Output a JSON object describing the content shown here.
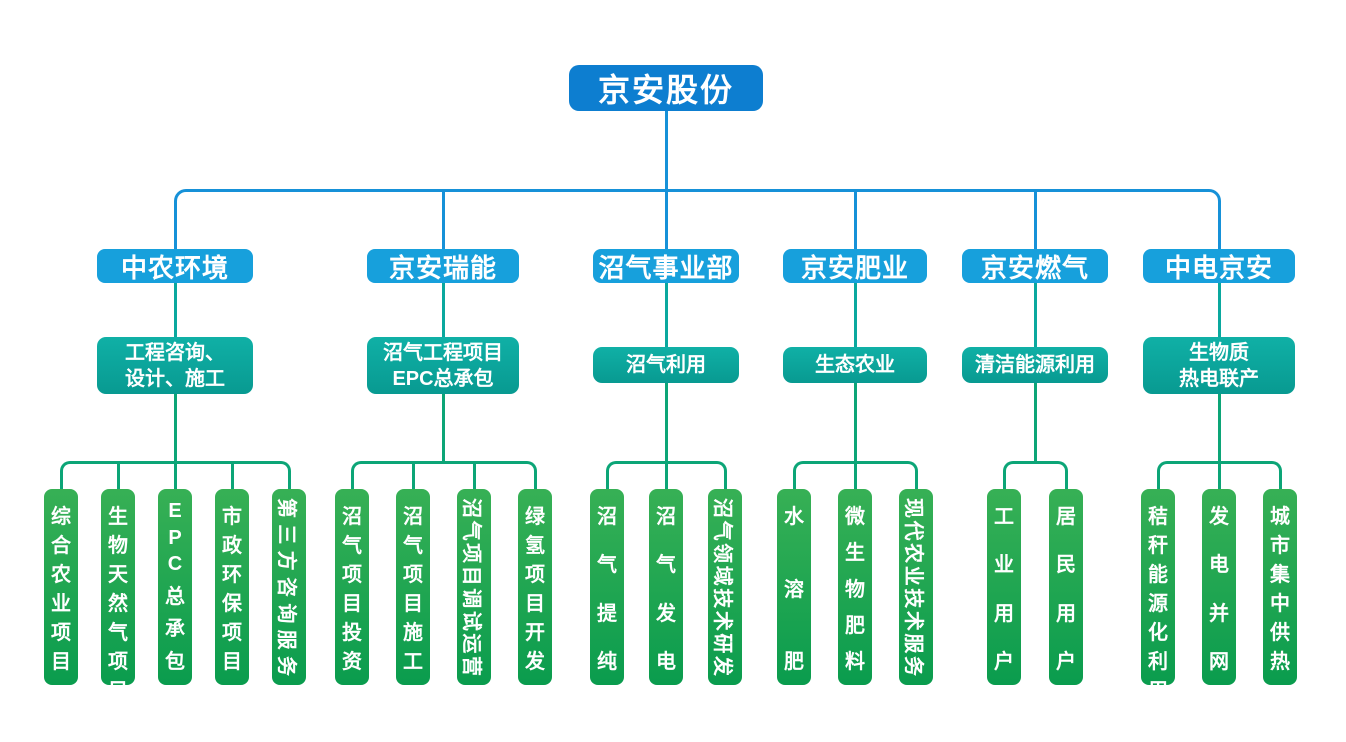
{
  "colors": {
    "root_box": "#0d7ed0",
    "division_box": "#17a0dc",
    "scope_top": "#10b0a6",
    "scope_bottom": "#089a91",
    "leaf_top": "#37b055",
    "leaf_bottom": "#0a9c4e",
    "connector_blue": "#1691d8",
    "connector_teal": "#0aa89e",
    "connector_green": "#0ca577",
    "text": "#ffffff",
    "background": "#ffffff"
  },
  "org": {
    "root": "京安股份",
    "divisions": [
      {
        "name": "中农环境",
        "scope_lines": [
          "工程咨询、",
          "设计、施工"
        ],
        "children": [
          {
            "label": "综合农业项目"
          },
          {
            "label": "生物天然气项目"
          },
          {
            "label": "EPC总承包"
          },
          {
            "label": "市政环保项目"
          },
          {
            "label": "第三方咨询服务",
            "rotated": true
          }
        ]
      },
      {
        "name": "京安瑞能",
        "scope_lines": [
          "沼气工程项目",
          "EPC总承包"
        ],
        "children": [
          {
            "label": "沼气项目投资"
          },
          {
            "label": "沼气项目施工"
          },
          {
            "label": "沼气项目调试运营",
            "rotated": true
          },
          {
            "label": "绿氢项目开发"
          }
        ]
      },
      {
        "name": "沼气事业部",
        "scope_lines": [
          "沼气利用"
        ],
        "children": [
          {
            "label": "沼气提纯"
          },
          {
            "label": "沼气发电"
          },
          {
            "label": "沼气领域技术研发",
            "rotated": true
          }
        ]
      },
      {
        "name": "京安肥业",
        "scope_lines": [
          "生态农业"
        ],
        "children": [
          {
            "label": "水溶肥"
          },
          {
            "label": "微生物肥料"
          },
          {
            "label": "现代农业技术服务",
            "rotated": true
          }
        ]
      },
      {
        "name": "京安燃气",
        "scope_lines": [
          "清洁能源利用"
        ],
        "children": [
          {
            "label": "工业用户"
          },
          {
            "label": "居民用户"
          }
        ]
      },
      {
        "name": "中电京安",
        "scope_lines": [
          "生物质",
          "热电联产"
        ],
        "children": [
          {
            "label": "秸秆能源化利用"
          },
          {
            "label": "发电并网"
          },
          {
            "label": "城市集中供热"
          }
        ]
      }
    ]
  }
}
